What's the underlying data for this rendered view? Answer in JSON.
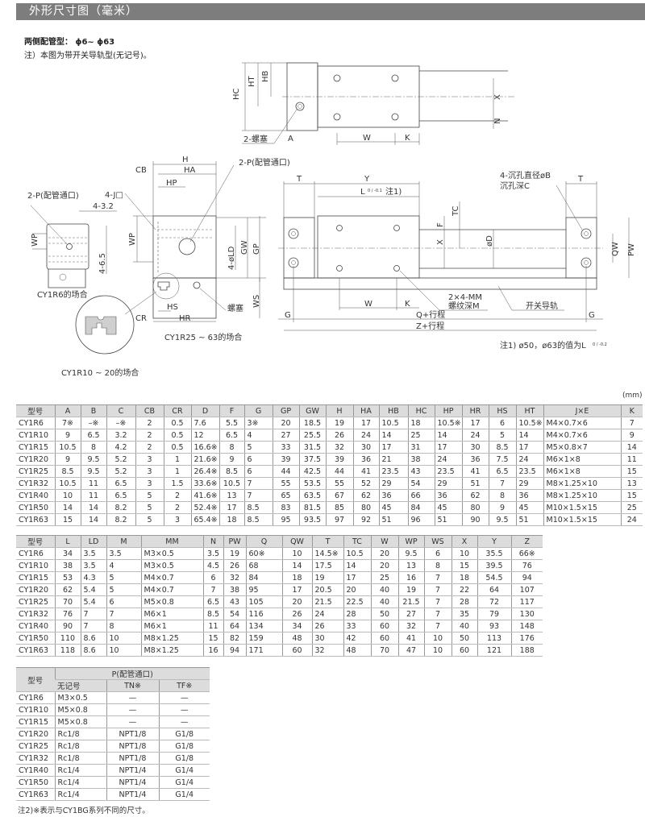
{
  "header": {
    "title": "外形尺寸图（毫米）"
  },
  "intro": {
    "type_line": "两侧配管型： ϕ6~ ϕ63",
    "note": "注）本图为带开关导轨型(无记号)。"
  },
  "drawing_top": {
    "hc": "HC",
    "ht": "HT",
    "hb": "HB",
    "a": "A",
    "plug": "2-螺塞",
    "w": "W",
    "k": "K",
    "x": "X",
    "n": "N"
  },
  "drawing_cy1r6": {
    "port": "2-P(配管通口)",
    "dim_32": "4-3.2",
    "wp": "WP",
    "dim_65": "4-6.5",
    "caption": "CY1R6的场合"
  },
  "drawing_side": {
    "h": "H",
    "cb": "CB",
    "ha": "HA",
    "hp": "HP",
    "j": "4-J□",
    "port": "2-P(配管通口)",
    "wp": "WP",
    "ld": "4-øLD",
    "gw": "GW",
    "gp": "GP",
    "ws": "WS",
    "hs": "HS",
    "cr": "CR",
    "hr": "HR",
    "plug": "螺塞",
    "caption": "CY1R25 ~ 63的场合",
    "detail_caption": "CY1R10 ~ 20的场合"
  },
  "drawing_front": {
    "t_left": "T",
    "y": "Y",
    "l": "L",
    "l_tol": "0 / -0.1",
    "l_note": "注1)",
    "tc": "TC",
    "f": "F",
    "x": "X",
    "d": "øD",
    "cbore": "4-沉孔直径øB",
    "cbore_depth": "沉孔深C",
    "t_right": "T",
    "qw": "QW",
    "pw": "PW",
    "mm1": "2×4-MM",
    "mm2": "螺纹深M",
    "rail": "开关导轨",
    "w": "W",
    "k": "K",
    "g_left": "G",
    "g_right": "G",
    "q": "Q+行程",
    "z": "Z+行程",
    "note1": "注1) ø50，ø63的值为L",
    "note1_tol": "0 / -0.2"
  },
  "unit": "(mm)",
  "table1": {
    "headers": [
      "型号",
      "A",
      "B",
      "C",
      "CB",
      "CR",
      "D",
      "F",
      "G",
      "GP",
      "GW",
      "H",
      "HA",
      "HB",
      "HC",
      "HP",
      "HR",
      "HS",
      "HT",
      "J×E",
      "K"
    ],
    "rows": [
      [
        "CY1R6",
        "7※",
        "–※",
        "–※",
        "2",
        "0.5",
        "7.6",
        "5.5",
        "3※",
        "20",
        "18.5",
        "19",
        "17",
        "10.5",
        "18",
        "10.5※",
        "17",
        "6",
        "10.5※",
        "M4×0.7×6",
        "7"
      ],
      [
        "CY1R10",
        "9",
        "6.5",
        "3.2",
        "2",
        "0.5",
        "12",
        "6.5",
        "4",
        "27",
        "25.5",
        "26",
        "24",
        "14",
        "25",
        "14",
        "24",
        "5",
        "14",
        "M4×0.7×6",
        "9"
      ],
      [
        "CY1R15",
        "10.5",
        "8",
        "4.2",
        "2",
        "0.5",
        "16.6※",
        "8",
        "5",
        "33",
        "31.5",
        "32",
        "30",
        "17",
        "31",
        "17",
        "30",
        "8.5",
        "17",
        "M5×0.8×7",
        "14"
      ],
      [
        "CY1R20",
        "9",
        "9.5",
        "5.2",
        "3",
        "1",
        "21.6※",
        "9",
        "6",
        "39",
        "37.5",
        "39",
        "36",
        "21",
        "38",
        "24",
        "36",
        "7.5",
        "24",
        "M6×1×8",
        "11"
      ],
      [
        "CY1R25",
        "8.5",
        "9.5",
        "5.2",
        "3",
        "1",
        "26.4※",
        "8.5",
        "6",
        "44",
        "42.5",
        "44",
        "41",
        "23.5",
        "43",
        "23.5",
        "41",
        "6.5",
        "23.5",
        "M6×1×8",
        "15"
      ],
      [
        "CY1R32",
        "10.5",
        "11",
        "6.5",
        "3",
        "1.5",
        "33.6※",
        "10.5",
        "7",
        "55",
        "53.5",
        "55",
        "52",
        "29",
        "54",
        "29",
        "51",
        "7",
        "29",
        "M8×1.25×10",
        "13"
      ],
      [
        "CY1R40",
        "10",
        "11",
        "6.5",
        "5",
        "2",
        "41.6※",
        "13",
        "7",
        "65",
        "63.5",
        "67",
        "62",
        "36",
        "66",
        "36",
        "62",
        "8",
        "36",
        "M8×1.25×10",
        "15"
      ],
      [
        "CY1R50",
        "14",
        "14",
        "8.2",
        "5",
        "2",
        "52.4※",
        "17",
        "8.5",
        "83",
        "81.5",
        "85",
        "80",
        "45",
        "84",
        "45",
        "80",
        "9",
        "45",
        "M10×1.5×15",
        "25"
      ],
      [
        "CY1R63",
        "15",
        "14",
        "8.2",
        "5",
        "3",
        "65.4※",
        "18",
        "8.5",
        "95",
        "93.5",
        "97",
        "92",
        "51",
        "96",
        "51",
        "90",
        "9.5",
        "51",
        "M10×1.5×15",
        "24"
      ]
    ]
  },
  "table2": {
    "headers": [
      "型号",
      "L",
      "LD",
      "M",
      "MM",
      "N",
      "PW",
      "Q",
      "QW",
      "T",
      "TC",
      "W",
      "WP",
      "WS",
      "X",
      "Y",
      "Z"
    ],
    "rows": [
      [
        "CY1R6",
        "34",
        "3.5",
        "3.5",
        "M3×0.5",
        "3.5",
        "19",
        "60※",
        "10",
        "14.5※",
        "10.5",
        "20",
        "9.5",
        "6",
        "10",
        "35.5",
        "66※"
      ],
      [
        "CY1R10",
        "38",
        "3.5",
        "4",
        "M3×0.5",
        "4.5",
        "26",
        "68",
        "14",
        "17.5",
        "14",
        "20",
        "13",
        "8",
        "15",
        "39.5",
        "76"
      ],
      [
        "CY1R15",
        "53",
        "4.3",
        "5",
        "M4×0.7",
        "6",
        "32",
        "84",
        "18",
        "19",
        "17",
        "25",
        "16",
        "7",
        "18",
        "54.5",
        "94"
      ],
      [
        "CY1R20",
        "62",
        "5.4",
        "5",
        "M4×0.7",
        "7",
        "38",
        "95",
        "17",
        "20.5",
        "20",
        "40",
        "19",
        "7",
        "22",
        "64",
        "107"
      ],
      [
        "CY1R25",
        "70",
        "5.4",
        "6",
        "M5×0.8",
        "6.5",
        "43",
        "105",
        "20",
        "21.5",
        "22.5",
        "40",
        "21.5",
        "7",
        "28",
        "72",
        "117"
      ],
      [
        "CY1R32",
        "76",
        "7",
        "7",
        "M6×1",
        "8.5",
        "54",
        "116",
        "26",
        "24",
        "28",
        "50",
        "27",
        "7",
        "35",
        "79",
        "130"
      ],
      [
        "CY1R40",
        "90",
        "7",
        "8",
        "M6×1",
        "11",
        "64",
        "134",
        "34",
        "26",
        "33",
        "60",
        "32",
        "7",
        "40",
        "93",
        "148"
      ],
      [
        "CY1R50",
        "110",
        "8.6",
        "10",
        "M8×1.25",
        "15",
        "82",
        "159",
        "48",
        "30",
        "42",
        "60",
        "41",
        "10",
        "50",
        "113",
        "176"
      ],
      [
        "CY1R63",
        "118",
        "8.6",
        "10",
        "M8×1.25",
        "16",
        "94",
        "171",
        "60",
        "32",
        "48",
        "70",
        "47",
        "10",
        "60",
        "121",
        "188"
      ]
    ]
  },
  "table3": {
    "model_header": "型号",
    "group_header": "P(配管通口)",
    "sub_headers": [
      "无记号",
      "TN※",
      "TF※"
    ],
    "rows": [
      [
        "CY1R6",
        "M3×0.5",
        "—",
        "—"
      ],
      [
        "CY1R10",
        "M5×0.8",
        "—",
        "—"
      ],
      [
        "CY1R15",
        "M5×0.8",
        "—",
        "—"
      ],
      [
        "CY1R20",
        "Rc1/8",
        "NPT1/8",
        "G1/8"
      ],
      [
        "CY1R25",
        "Rc1/8",
        "NPT1/8",
        "G1/8"
      ],
      [
        "CY1R32",
        "Rc1/8",
        "NPT1/8",
        "G1/8"
      ],
      [
        "CY1R40",
        "Rc1/4",
        "NPT1/4",
        "G1/4"
      ],
      [
        "CY1R50",
        "Rc1/4",
        "NPT1/4",
        "G1/4"
      ],
      [
        "CY1R63",
        "Rc1/4",
        "NPT1/4",
        "G1/4"
      ]
    ]
  },
  "footnote": "注2)※表示与CY1BG系列不同的尺寸。"
}
